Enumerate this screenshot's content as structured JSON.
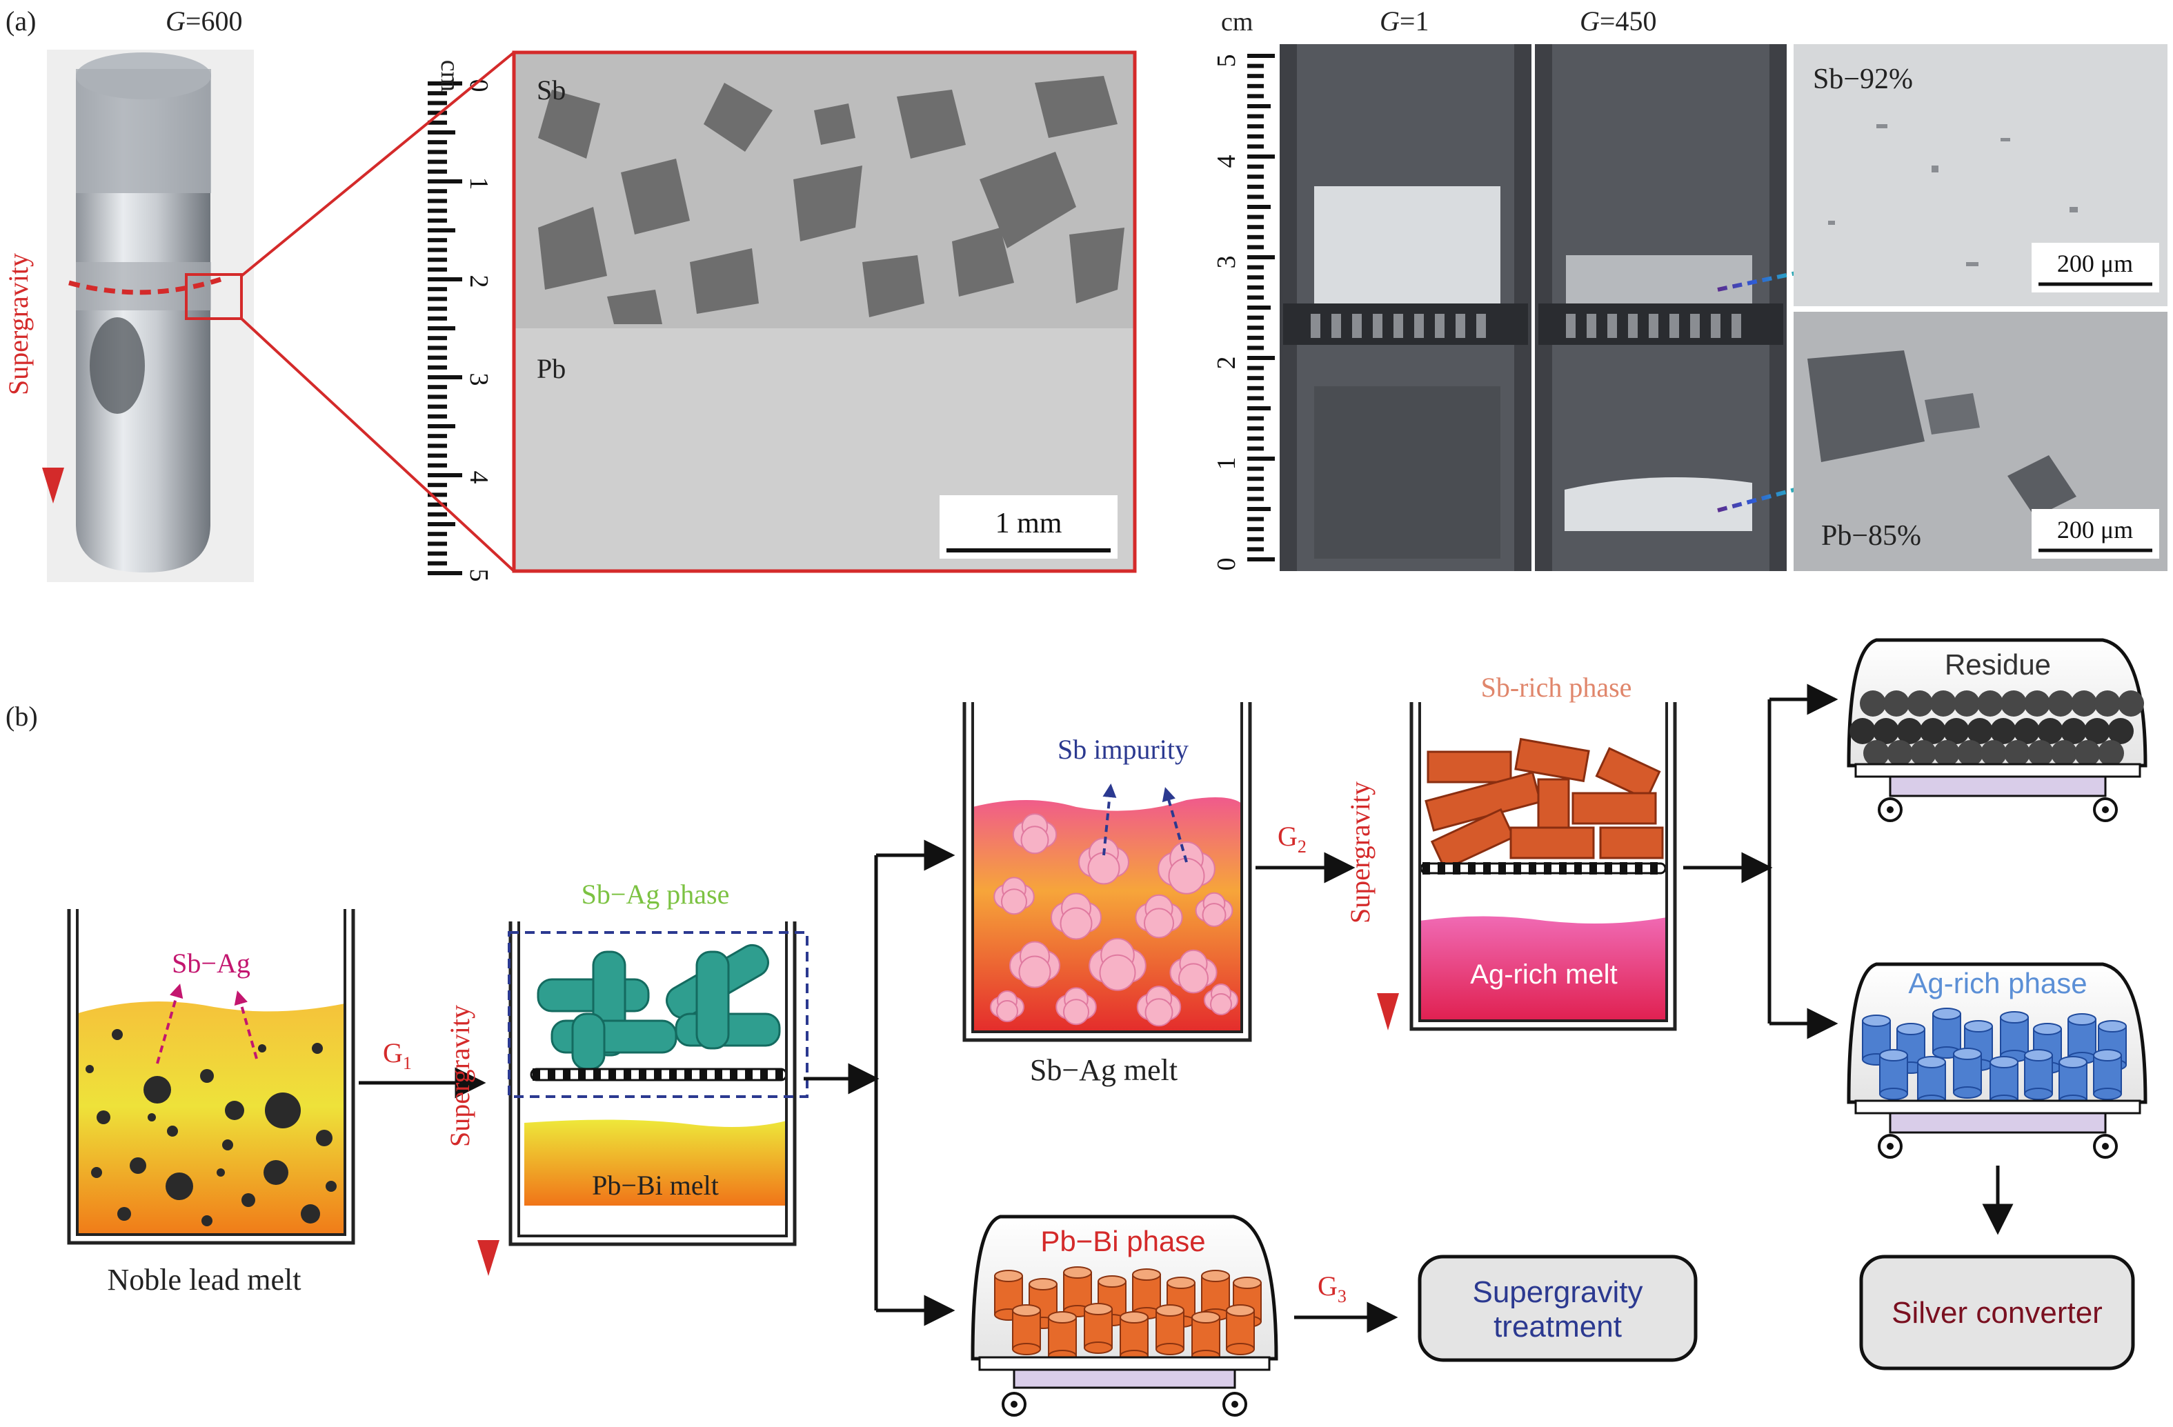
{
  "panel_a": {
    "label": "(a)",
    "g600": {
      "g": "G",
      "value": "=600"
    },
    "supergravity": "Supergravity",
    "ruler_unit": "cm",
    "ruler_ticks": [
      "0",
      "1",
      "2",
      "3",
      "4",
      "5"
    ],
    "micro": {
      "top": "Sb",
      "bottom": "Pb",
      "scale": "1 mm"
    },
    "right": {
      "unit": "cm",
      "ticks": [
        "0",
        "1",
        "2",
        "3",
        "4",
        "5"
      ],
      "g1": {
        "g": "G",
        "value": "=1"
      },
      "g450": {
        "g": "G",
        "value": "=450"
      },
      "top_label": "Sb−92%",
      "bottom_label": "Pb−85%",
      "scale_top": "200 μm",
      "scale_bottom": "200 μm"
    }
  },
  "panel_b": {
    "label": "(b)",
    "noble_lead_melt": "Noble lead melt",
    "sb_ag": "Sb−Ag",
    "g1": {
      "g": "G",
      "sub": "1"
    },
    "g2": {
      "g": "G",
      "sub": "2"
    },
    "g3": {
      "g": "G",
      "sub": "3"
    },
    "supergravity_1": "Supergravity",
    "supergravity_2": "Supergravity",
    "sb_ag_phase": "Sb−Ag phase",
    "pb_bi_melt": "Pb−Bi melt",
    "sb_impurity": "Sb impurity",
    "sb_ag_melt": "Sb−Ag melt",
    "sb_rich_phase": "Sb-rich phase",
    "ag_rich_melt": "Ag-rich melt",
    "residue": "Residue",
    "ag_rich_phase": "Ag-rich phase",
    "pb_bi_phase": "Pb−Bi phase",
    "supergravity_treatment": [
      "Supergravity",
      "treatment"
    ],
    "silver_converter": "Silver converter"
  },
  "colors": {
    "red": "#d42a2a",
    "green": "#7cc242",
    "blue_text": "#2b3990",
    "magenta": "#c3166f",
    "salmon": "#e0866b",
    "ag_phase": "#5b8fd6",
    "dark_red_text": "#7a1020"
  }
}
